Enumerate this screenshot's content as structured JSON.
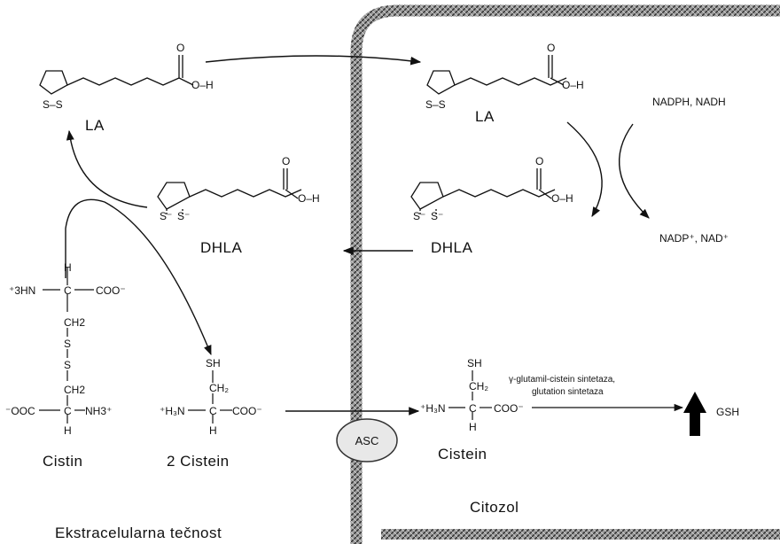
{
  "labels": {
    "la_left": "LA",
    "la_right": "LA",
    "dhla_left": "DHLA",
    "dhla_right": "DHLA",
    "cistin": "Cistin",
    "cistein_left": "2 Cistein",
    "cistein_right": "Cistein",
    "asc": "ASC",
    "citozol": "Citozol",
    "ekstracelularna": "Ekstracelularna tečnost",
    "nadph": "NADPH, NADH",
    "nadp": "NADP⁺, NAD⁺",
    "enzyme1": "γ-glutamil-cistein sintetaza,",
    "enzyme2": "glutation sintetaza",
    "gsh": "GSH"
  },
  "atoms": {
    "O": "O",
    "OH": "O–H",
    "SS": "S–S",
    "S_minus": "S⁻",
    "H": "H",
    "SH": "SH",
    "CH2": "CH2",
    "CH2_sub": "CH₂",
    "S": "S",
    "C": "C",
    "N3H": "⁺3HN",
    "COO": "COO⁻",
    "OOC": "⁻OOC",
    "NH3": "NH3⁺",
    "H3N": "⁺H₃N",
    "COO_short": "COO⁻"
  },
  "colors": {
    "membrane": "#7a7a7a",
    "membrane_dark": "#3a3a3a",
    "ink": "#111111"
  }
}
